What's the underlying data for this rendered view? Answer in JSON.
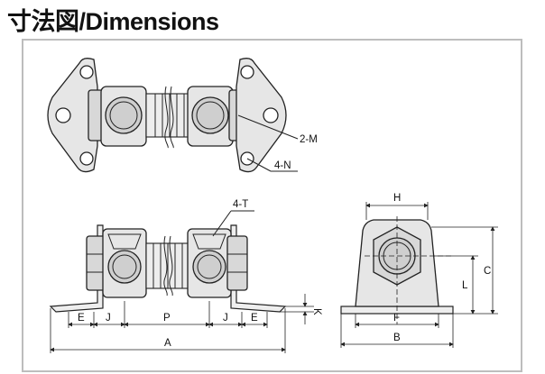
{
  "header": {
    "title": "寸法図/Dimensions"
  },
  "labels": {
    "thread_2M": "2-M",
    "holes_4N": "4-N",
    "thread_4T": "4-T",
    "H": "H",
    "C": "C",
    "L": "L",
    "K": "K",
    "E_left": "E",
    "J_left": "J",
    "P": "P",
    "J_right": "J",
    "E_right": "E",
    "A": "A",
    "F": "F",
    "B": "B"
  }
}
